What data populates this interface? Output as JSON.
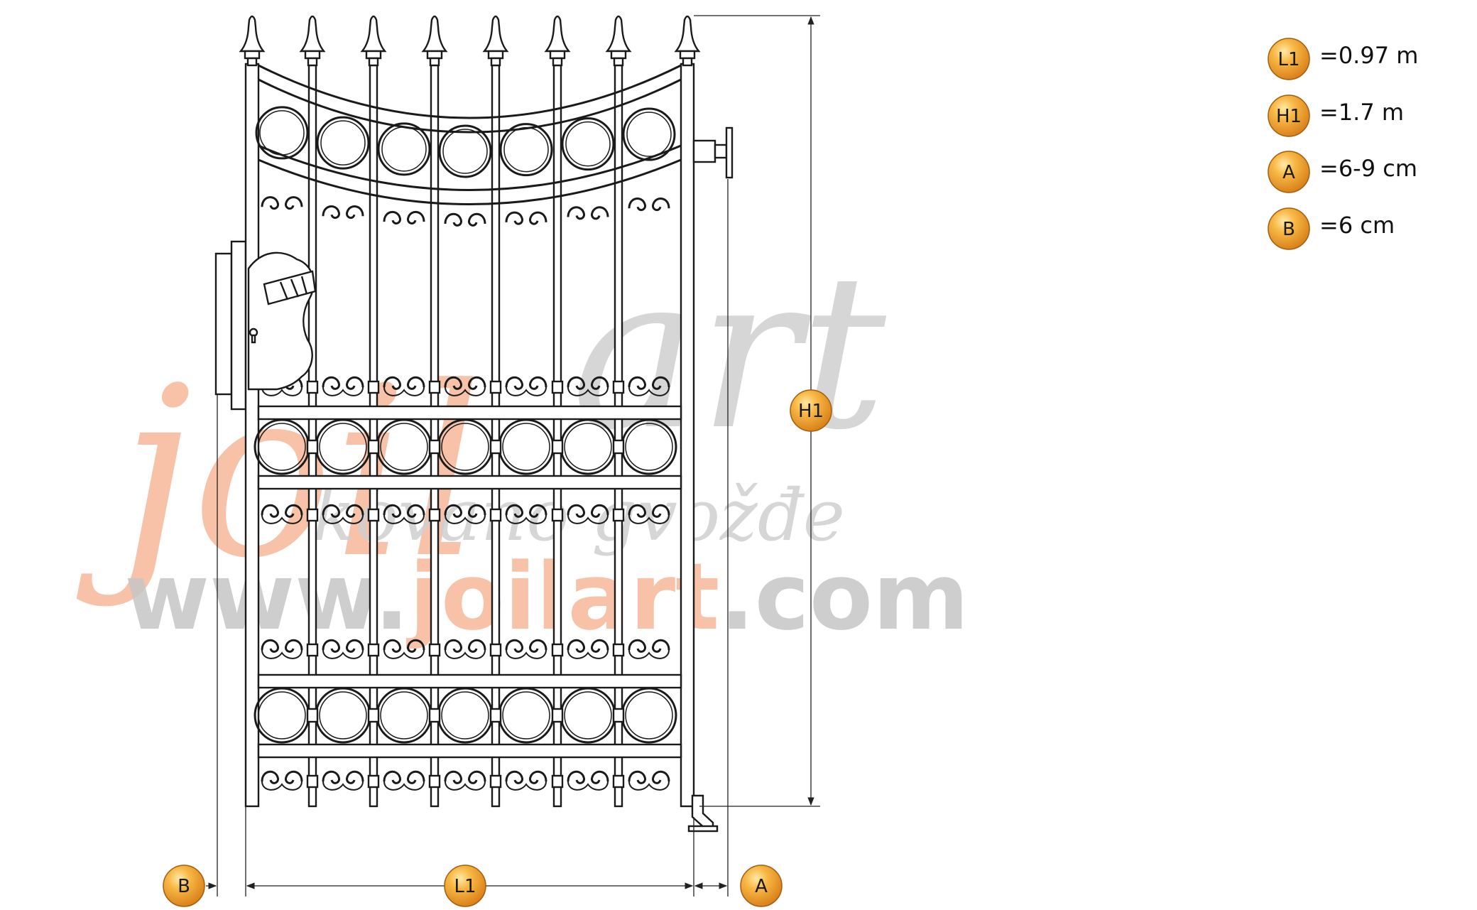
{
  "labels": {
    "L1": "L1",
    "H1": "H1",
    "A": "A",
    "B": "B"
  },
  "legend": [
    {
      "key": "L1",
      "value": "=0.97 m"
    },
    {
      "key": "H1",
      "value": "=1.7 m"
    },
    {
      "key": "A",
      "value": "=6-9 cm"
    },
    {
      "key": "B",
      "value": "=6 cm"
    }
  ],
  "watermark": {
    "brand_left": "joil",
    "brand_right": "art",
    "tagline": "kovano gvožđe",
    "url_prefix": "www.",
    "url_brand": "joilart",
    "url_suffix": ".com"
  },
  "colors": {
    "badge_light": "#ffd27a",
    "badge_mid": "#f4a72e",
    "badge_dark": "#d9801a",
    "watermark_orange": "#f6b89a",
    "watermark_gray": "#c8c8c8",
    "ink": "#1a1a1a"
  }
}
